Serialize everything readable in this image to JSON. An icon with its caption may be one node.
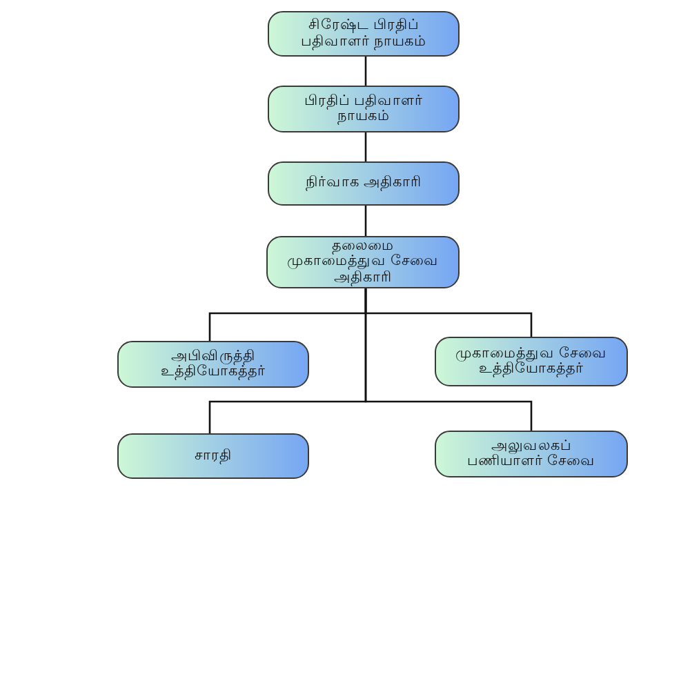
{
  "diagram": {
    "nodes": [
      {
        "text": [
          "சிரேஷ்ட பிரதிப் பதிவாளர் நாயகம்"
        ]
      },
      {
        "text": [
          "பிரதிப் பதிவாளர் நாயகம்"
        ]
      },
      {
        "text": [
          "நிர்வாக அதிகாரி"
        ]
      },
      {
        "text": [
          "தலைமை முகாமைத்துவ சேவை அதிகாரி"
        ]
      },
      {
        "text": [
          "அபிவிருத்தி உத்தியோகத்தர்"
        ]
      },
      {
        "text": [
          "முகாமைத்துவ சேவை உத்தியோகத்தர்"
        ]
      },
      {
        "text": [
          "சாரதி"
        ]
      },
      {
        "text": [
          "அலுவலகப் பணியாளர் சேவை"
        ]
      }
    ],
    "edges": [
      {
        "from": 0,
        "to": 1,
        "arrow": "none"
      },
      {
        "from": 1,
        "to": 2,
        "arrow": "none"
      },
      {
        "from": 2,
        "to": 3,
        "arrow": "none"
      },
      {
        "from": 3,
        "to": 4,
        "arrow": "none"
      },
      {
        "from": 3,
        "to": 5,
        "arrow": "none"
      },
      {
        "from": 3,
        "to": 6,
        "arrow": "none"
      },
      {
        "from": 3,
        "to": 7,
        "arrow": "none"
      }
    ]
  }
}
